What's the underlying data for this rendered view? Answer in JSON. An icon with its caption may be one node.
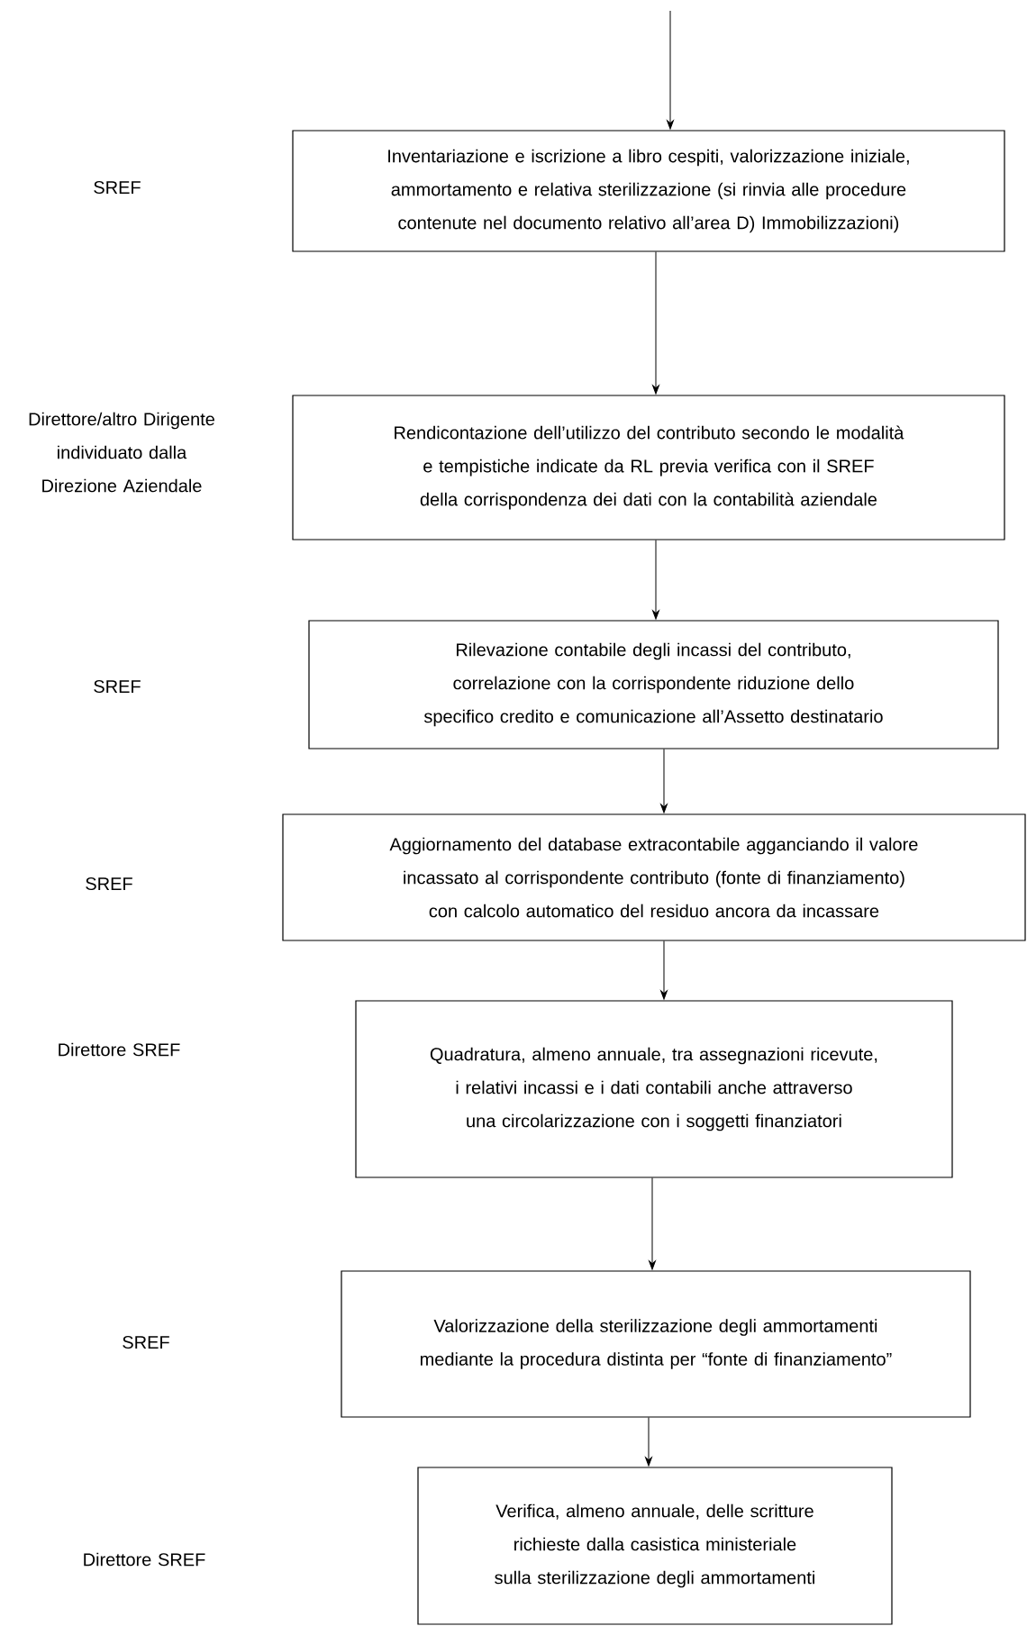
{
  "diagram": {
    "nodes": [
      {
        "text": [
          "Inventariazione e iscrizione a libro cespiti, valorizzazione iniziale, ammortamento e relativa sterilizzazione (si rinvia alle procedure contenute nel documento relativo all’area D) Immobilizzazioni)"
        ]
      },
      {
        "text": [
          "Rendicontazione dell’utilizzo del contributo secondo le modalità e tempistiche indicate da RL previa verifica con il SREF della corrispondenza dei dati con la contabilità aziendale"
        ]
      },
      {
        "text": [
          "Rilevazione contabile degli incassi del contributo, correlazione con la corrispondente riduzione dello specifico credito e comunicazione all’Assetto destinatario"
        ]
      },
      {
        "text": [
          "Aggiornamento del database extracontabile agganciando il valore incassato al corrispondente contributo (fonte di finanziamento) con calcolo automatico del residuo ancora da incassare"
        ]
      },
      {
        "text": [
          "Quadratura, almeno annuale, tra assegnazioni ricevute, i relativi incassi e i dati contabili anche attraverso una circolarizzazione con i soggetti finanziatori"
        ]
      },
      {
        "text": [
          "Valorizzazione della sterilizzazione degli ammortamenti mediante la procedura distinta per “fonte di finanziamento”"
        ]
      },
      {
        "text": [
          "Verifica, almeno annuale, delle scritture richieste dalla casistica ministeriale sulla sterilizzazione degli ammortamenti"
        ]
      }
    ],
    "edges": [
      {
        "from": null,
        "to": 0,
        "arrow": "to"
      },
      {
        "from": 0,
        "to": 1,
        "arrow": "to"
      },
      {
        "from": 1,
        "to": 2,
        "arrow": "to"
      },
      {
        "from": 2,
        "to": 3,
        "arrow": "to"
      },
      {
        "from": 3,
        "to": 4,
        "arrow": "to"
      },
      {
        "from": 4,
        "to": 5,
        "arrow": "to"
      },
      {
        "from": 5,
        "to": 6,
        "arrow": "to"
      }
    ],
    "labels": [
      "SREF",
      "Direttore/altro Dirigente individuato dalla Direzione Aziendale",
      "SREF",
      "SREF",
      "Direttore SREF",
      "SREF",
      "Direttore SREF"
    ]
  }
}
